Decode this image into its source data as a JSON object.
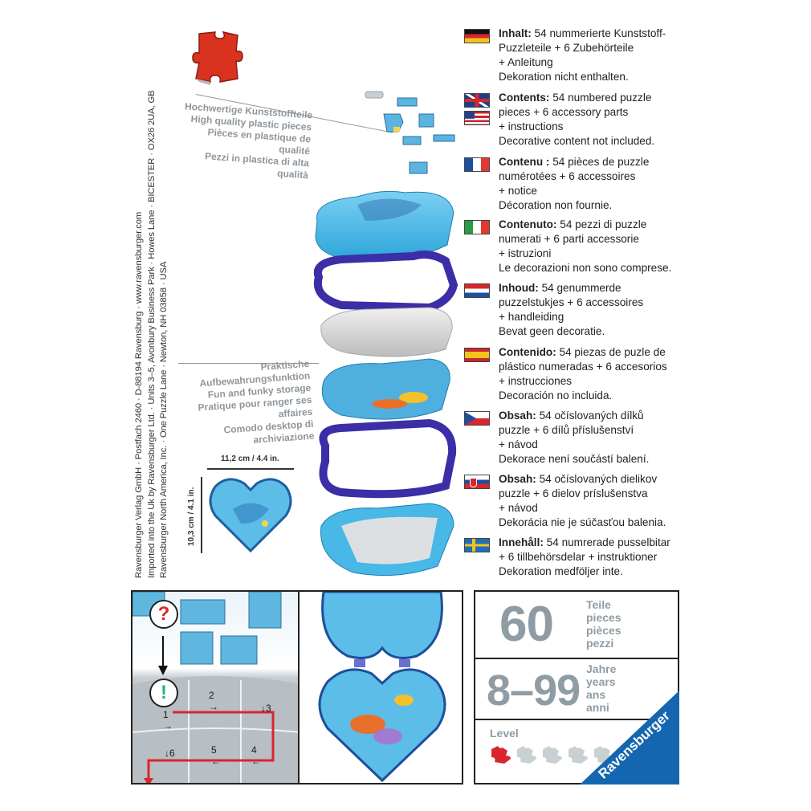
{
  "address": {
    "lines": [
      "Ravensburger Verlag GmbH · Postfach 2460 · D-88194 Ravensburg · www.ravensburger.com",
      "Imported into the Uk by Ravensburger Ltd. · Units 3–5, Avonbury Business Park · Howes Lane · BICESTER · OX26 2UA, GB",
      "Ravensburger North America, Inc. · One Puzzle Lane · Newton, NH 03858 · USA"
    ]
  },
  "callouts": {
    "quality": [
      "Hochwertige Kunststoffteile",
      "High quality plastic pieces",
      "Pièces en plastique de qualité",
      "Pezzi in plastica di alta qualità"
    ],
    "storage": [
      "Praktische Aufbewahrungsfunktion",
      "Fun and funky storage",
      "Pratique pour ranger ses affaires",
      "Comodo desktop di archiviazione"
    ]
  },
  "dimensions": {
    "width": "11,2 cm / 4.4 in.",
    "height": "10,3 cm / 4.1 in."
  },
  "languages": [
    {
      "flag": "de",
      "label": "Inhalt:",
      "lines": [
        " 54 nummerierte Kunststoff-",
        "Puzzleteile + 6 Zubehörteile",
        "+ Anleitung",
        "Dekoration nicht enthalten."
      ]
    },
    {
      "flag": "gb-us",
      "label": "Contents:",
      "lines": [
        " 54 numbered puzzle",
        "pieces + 6 accessory parts",
        "+ instructions",
        "Decorative content not included."
      ]
    },
    {
      "flag": "fr",
      "label": "Contenu :",
      "lines": [
        " 54 pièces de puzzle",
        "numérotées + 6 accessoires",
        "+ notice",
        "Décoration non fournie."
      ]
    },
    {
      "flag": "it",
      "label": "Contenuto:",
      "lines": [
        " 54 pezzi di puzzle",
        "numerati + 6 parti accessorie",
        "+ istruzioni",
        "Le decorazioni non sono comprese."
      ]
    },
    {
      "flag": "nl",
      "label": "Inhoud:",
      "lines": [
        " 54 genummerde",
        "puzzelstukjes + 6 accessoires",
        "+ handleiding",
        "Bevat geen decoratie."
      ]
    },
    {
      "flag": "es",
      "label": "Contenido:",
      "lines": [
        " 54 piezas de puzle de",
        "plástico numeradas + 6 accesorios",
        "+ instrucciones",
        "Decoración no incluida."
      ]
    },
    {
      "flag": "cz",
      "label": "Obsah:",
      "lines": [
        " 54 očíslovaných dílků",
        "puzzle + 6 dílů příslušenství",
        "+ návod",
        "Dekorace není součástí balení."
      ]
    },
    {
      "flag": "sk",
      "label": "Obsah:",
      "lines": [
        " 54 očíslovaných dielikov",
        "puzzle + 6 dielov príslušenstva",
        "+ návod",
        "Dekorácia nie je súčasťou balenia."
      ]
    },
    {
      "flag": "se",
      "label": "Innehåll:",
      "lines": [
        " 54 numrerade pusselbitar",
        "+ 6 tillbehörsdelar + instruktioner",
        "Dekoration medföljer inte."
      ]
    }
  ],
  "instructions": {
    "question_mark": "?",
    "exclamation": "!",
    "steps": [
      "1",
      "2",
      "3",
      "4",
      "5",
      "6"
    ]
  },
  "info": {
    "pieces_count": "60",
    "pieces_words": [
      "Teile",
      "pieces",
      "pièces",
      "pezzi"
    ],
    "age_range": "8–99",
    "age_words": [
      "Jahre",
      "years",
      "ans",
      "anni"
    ],
    "level_label": "Level",
    "level_value": 1,
    "level_max": 5,
    "brand": "Ravensburger"
  },
  "colors": {
    "brand_blue": "#1566b0",
    "level_red": "#d8262c",
    "level_grey": "#c9d0d4",
    "info_grey": "#8f9ca3",
    "frame_purple": "#3b2ea6",
    "heart_blue": "#4fb8e6"
  }
}
